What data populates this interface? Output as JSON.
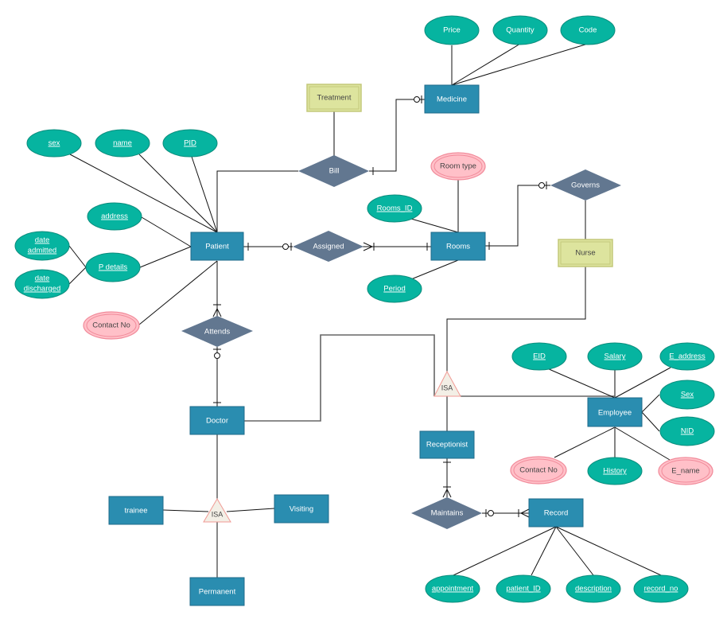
{
  "colors": {
    "entity": "#2a8db0",
    "entity_border": "#1e6a8a",
    "weak_entity": "#dde49e",
    "weak_entity_border": "#c4c87a",
    "relationship": "#627790",
    "attribute": "#06b4a0",
    "attribute_border": "#0b8c7c",
    "multivalued": "#ffc0c8",
    "multivalued_border": "#f18a9a",
    "isa": "#f3efe6",
    "isa_border": "#f09a94"
  },
  "entities": {
    "patient": "Patient",
    "medicine": "Medicine",
    "rooms": "Rooms",
    "doctor": "Doctor",
    "employee": "Employee",
    "receptionist": "Receptionist",
    "record": "Record",
    "trainee": "trainee",
    "visiting": "Visiting",
    "permanent": "Permanent"
  },
  "weak_entities": {
    "treatment": "Treatment",
    "nurse": "Nurse"
  },
  "relationships": {
    "bill": "Bill",
    "assigned": "Assigned",
    "governs": "Governs",
    "attends": "Attends",
    "maintains": "Maintains"
  },
  "isa": {
    "doctor_isa": "ISA",
    "employee_isa": "ISA"
  },
  "attributes": {
    "medicine": {
      "price": "Price",
      "quantity": "Quantity",
      "code": "Code"
    },
    "patient": {
      "sex": "sex",
      "name": "name",
      "pid": "PID",
      "address": "address",
      "p_details": "P details",
      "date_admitted": [
        "date",
        "admitted"
      ],
      "date_discharged": [
        "date",
        "discharged"
      ],
      "contact_no": "Contact No"
    },
    "rooms": {
      "room_type": "Room type",
      "rooms_id": "Rooms_ID",
      "period": "Period"
    },
    "employee": {
      "eid": "EID",
      "salary": "Salary",
      "e_address": "E_address",
      "sex": "Sex",
      "nid": "NID",
      "contact_no": "Contact No",
      "history": "History",
      "e_name": "E_name"
    },
    "record": {
      "appointment": "appointment",
      "patient_id": "patient_ID",
      "description": "description",
      "record_no": "record_no"
    }
  }
}
